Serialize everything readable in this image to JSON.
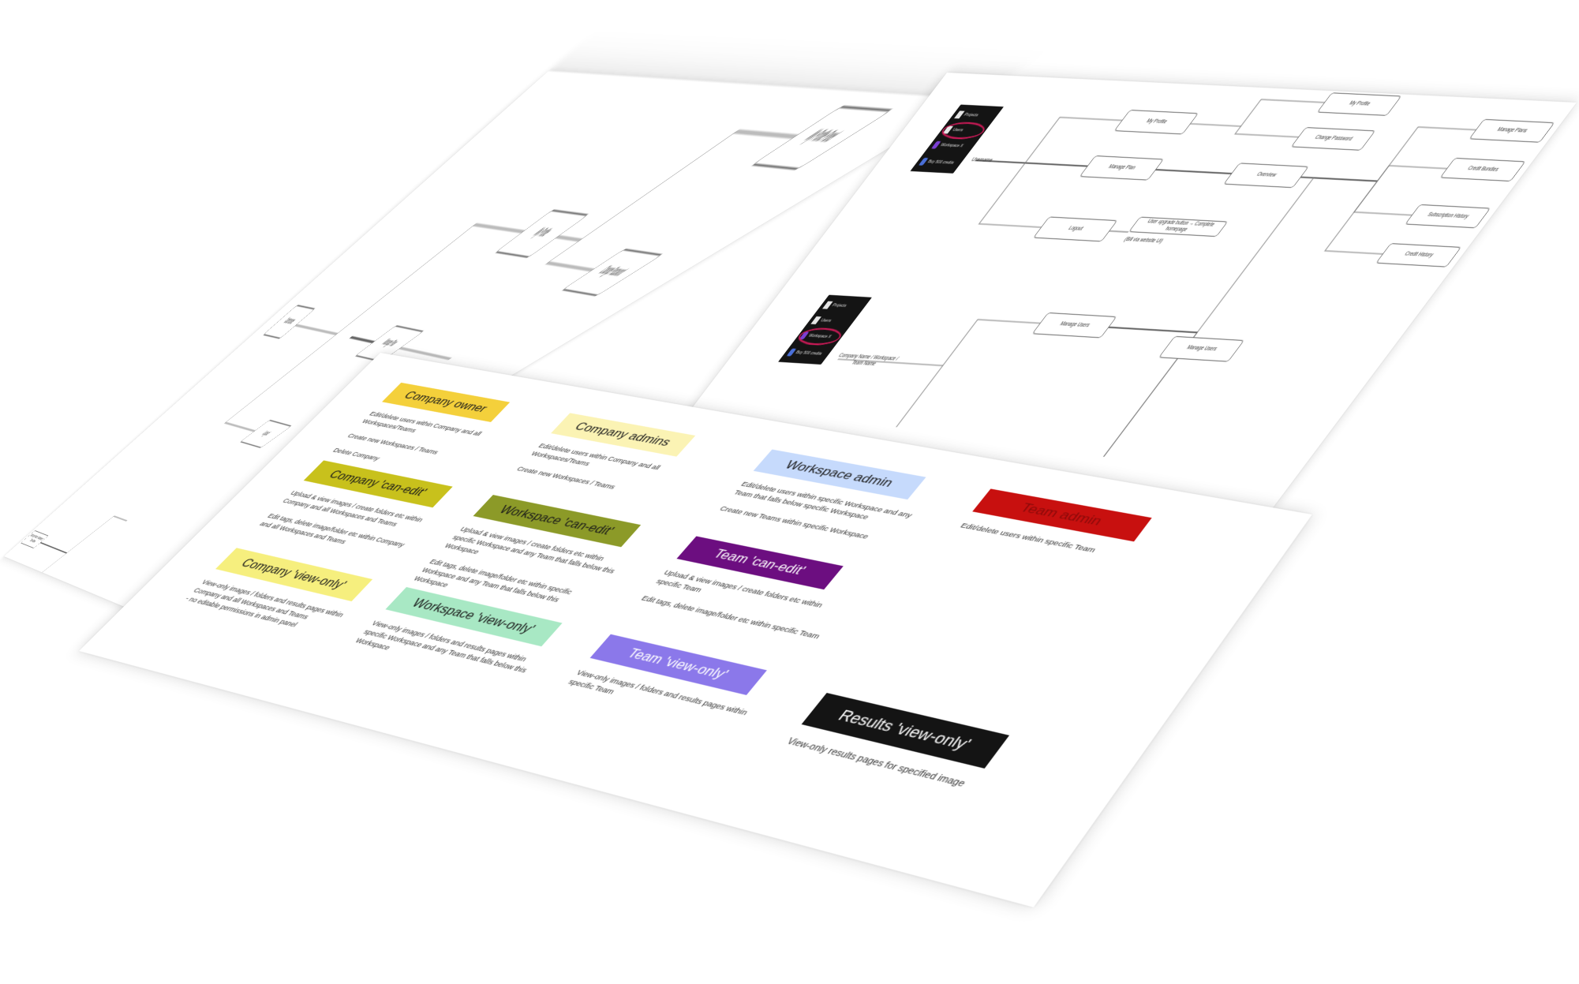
{
  "colors": {
    "company_owner": "#f4d03b",
    "company_admins": "#fbf3b4",
    "company_can_edit": "#c8c11c",
    "company_view_only": "#f6ef7e",
    "workspace_admin": "#c6dafc",
    "workspace_can_edit": "#8c9a28",
    "workspace_view_only": "#a8e8c4",
    "team_admin": "#c8100f",
    "team_can_edit": "#6c0e80",
    "team_view_only": "#8b78ea",
    "results_view_only": "#141414",
    "highlight_ring": "#d31a5a"
  },
  "sheet_left": {
    "nodes": {
      "username": "Username",
      "my_profile": "My Profile",
      "manage_plan": "Manage Plan",
      "logout": "Logout",
      "my_profile_panel": "My Profile Panel",
      "change_password": "Change Password",
      "company_workspace_team": "Company Name / Workspace / Team Name"
    }
  },
  "sheet_right": {
    "nodes": {
      "username": "Username",
      "my_profile": "My Profile",
      "change_password": "Change Password",
      "my_profile_panel": "My Profile",
      "manage_plan": "Manage Plan",
      "overview": "Overview",
      "logout": "Logout",
      "user_upgrade_note": "User upgrade button → Complete homepage",
      "bill_note": "(Bill via website UI)",
      "manage_plans": "Manage Plans",
      "credit_bundles": "Credit Bundles",
      "subscription_history": "Subscription History",
      "credit_history": "Credit History",
      "company_workspace_team": "Company Name / Workspace / Team Name",
      "manage_users_a": "Manage Users",
      "manage_users_b": "Manage Users"
    },
    "panel_top": {
      "items": [
        "Projects",
        "Users",
        "Workspace X",
        "Buy 500 credits"
      ]
    },
    "panel_bottom": {
      "items": [
        "Projects",
        "Users",
        "Workspace X",
        "Buy 500 credits"
      ]
    }
  },
  "legend": {
    "company_owner": {
      "label": "Company owner",
      "desc": [
        "Edit/delete users within Company and all Workspaces/Teams",
        "Create new Workspaces / Teams",
        "Delete Company"
      ]
    },
    "company_admins": {
      "label": "Company admins",
      "desc": [
        "Edit/delete users within Company and all Workspaces/Teams",
        "Create new Workspaces / Teams"
      ]
    },
    "company_can_edit": {
      "label": "Company 'can-edit'",
      "desc": [
        "Upload & view images / create folders etc within Company and all Workspaces and Teams",
        "Edit tags, delete image/folder etc within Company and all Workspaces and Teams"
      ]
    },
    "company_view_only": {
      "label": "Company 'view-only'",
      "desc": [
        "View-only images / folders and results pages within Company and all Workspaces and Teams",
        "- no editable permissions in admin panel"
      ]
    },
    "workspace_admin": {
      "label": "Workspace admin",
      "desc": [
        "Edit/delete users within specific Workspace and any Team that falls below specific Workspace",
        "Create new Teams within specific Workspace"
      ]
    },
    "workspace_can_edit": {
      "label": "Workspace 'can-edit'",
      "desc": [
        "Upload & view images / create folders etc within specific Workspace and any Team that falls below this Workspace",
        "Edit tags, delete image/folder etc within specific Workspace and any Team that falls below this Workspace"
      ]
    },
    "workspace_view_only": {
      "label": "Workspace 'view-only'",
      "desc": [
        "View-only images / folders and results pages within specific Workspace and any Team that falls below this Workspace"
      ]
    },
    "team_admin": {
      "label": "Team admin",
      "desc": [
        "Edit/delete users within specific Team"
      ]
    },
    "team_can_edit": {
      "label": "Team 'can-edit'",
      "desc": [
        "Upload & view images / create folders etc within specific Team",
        "Edit tags, delete image/folder etc within specific Team"
      ]
    },
    "team_view_only": {
      "label": "Team 'view-only'",
      "desc": [
        "View-only images / folders and results pages within specific Team"
      ]
    },
    "results_view_only": {
      "label": "Results 'view-only'",
      "desc": [
        "View-only results pages for specified image"
      ]
    }
  }
}
